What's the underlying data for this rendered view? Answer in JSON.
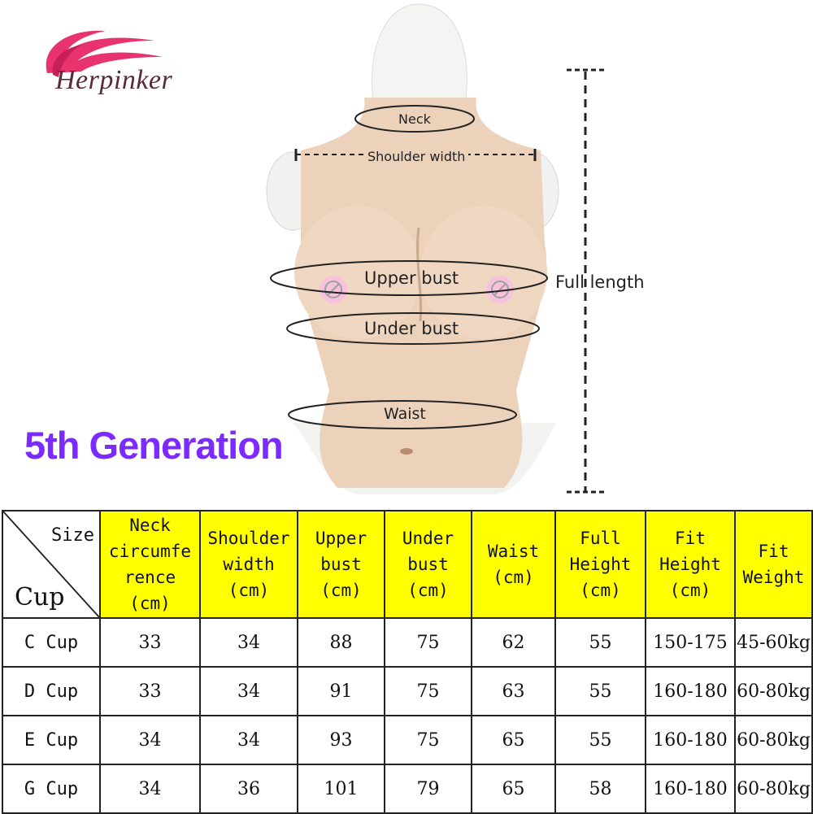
{
  "brand": {
    "name": "Herpinker",
    "pink": "#e8336e"
  },
  "generation_badge": "5th Generation",
  "measurements": {
    "neck": "Neck",
    "shoulder": "Shoulder width",
    "upper_bust": "Upper bust",
    "under_bust": "Under bust",
    "waist": "Waist",
    "full_length": "Full length"
  },
  "table": {
    "corner": {
      "size": "Size",
      "cup": "Cup"
    },
    "headers": [
      "Neck\ncircumfe\nrence\n(cm)",
      "Shoulder\nwidth\n(cm)",
      "Upper\nbust\n(cm)",
      "Under\nbust\n(cm)",
      "Waist\n(cm)",
      "Full\nHeight\n(cm)",
      "Fit\nHeight\n(cm)",
      "Fit\nWeight"
    ],
    "rows": [
      {
        "cup": "C Cup",
        "cells": [
          "33",
          "34",
          "88",
          "75",
          "62",
          "55",
          "150-175",
          "45-60kg"
        ]
      },
      {
        "cup": "D Cup",
        "cells": [
          "33",
          "34",
          "91",
          "75",
          "63",
          "55",
          "160-180",
          "60-80kg"
        ]
      },
      {
        "cup": "E Cup",
        "cells": [
          "34",
          "34",
          "93",
          "75",
          "65",
          "55",
          "160-180",
          "60-80kg"
        ]
      },
      {
        "cup": "G Cup",
        "cells": [
          "34",
          "36",
          "101",
          "79",
          "65",
          "58",
          "160-180",
          "60-80kg"
        ]
      }
    ]
  },
  "colors": {
    "header_bg": "#ffff00",
    "badge": "#7b2bff",
    "skin": "#ecd2bb"
  }
}
